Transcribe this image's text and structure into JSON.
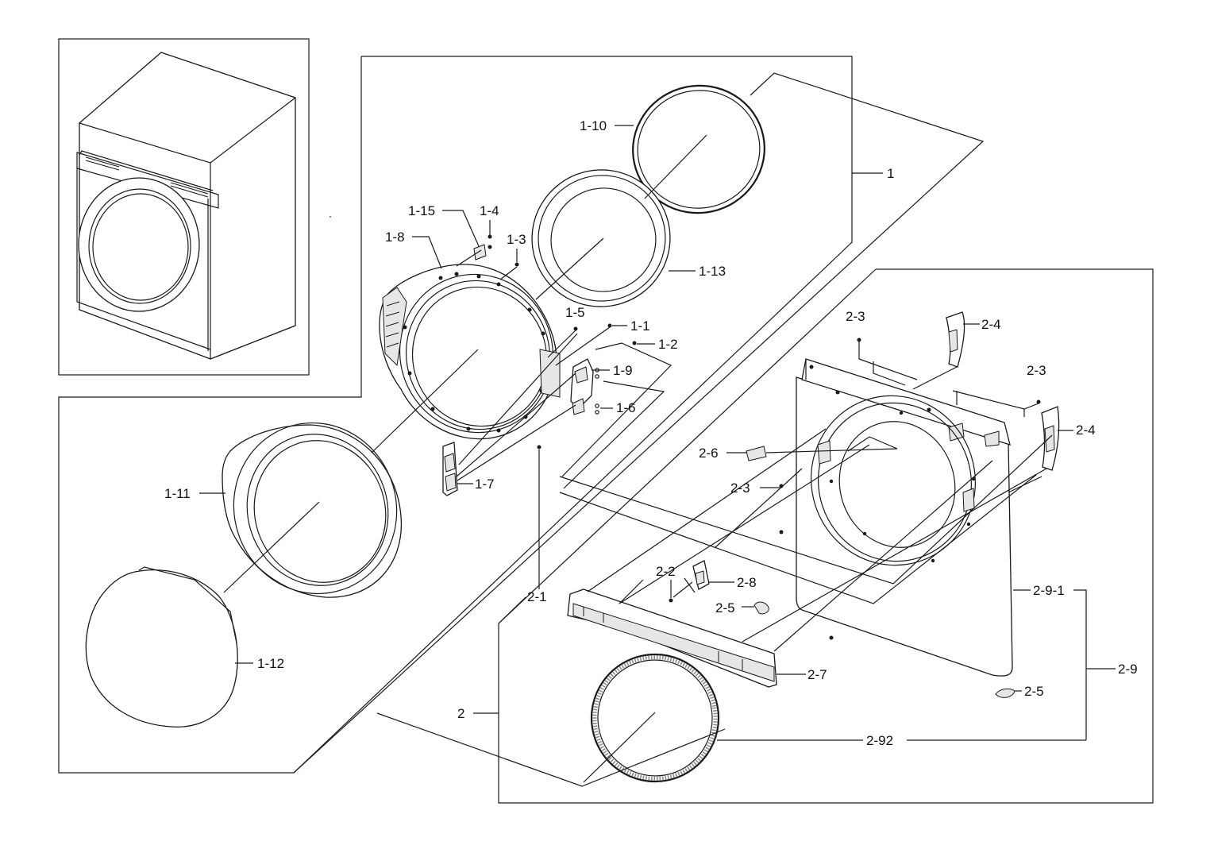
{
  "callouts": {
    "c1": "1",
    "c1_1": "1-1",
    "c1_2": "1-2",
    "c1_3": "1-3",
    "c1_4": "1-4",
    "c1_5": "1-5",
    "c1_6": "1-6",
    "c1_7": "1-7",
    "c1_8": "1-8",
    "c1_9": "1-9",
    "c1_10": "1-10",
    "c1_11": "1-11",
    "c1_12": "1-12",
    "c1_13": "1-13",
    "c1_15": "1-15",
    "c2": "2",
    "c2_1": "2-1",
    "c2_2": "2-2",
    "c2_3": "2-3",
    "c2_4": "2-4",
    "c2_5": "2-5",
    "c2_6": "2-6",
    "c2_7": "2-7",
    "c2_8": "2-8",
    "c2_9": "2-9",
    "c2_9_1": "2-9-1",
    "c2_92": "2-92"
  },
  "colors": {
    "line": "#1a1a1a",
    "background": "#ffffff",
    "shade": "#e6e6e6"
  }
}
